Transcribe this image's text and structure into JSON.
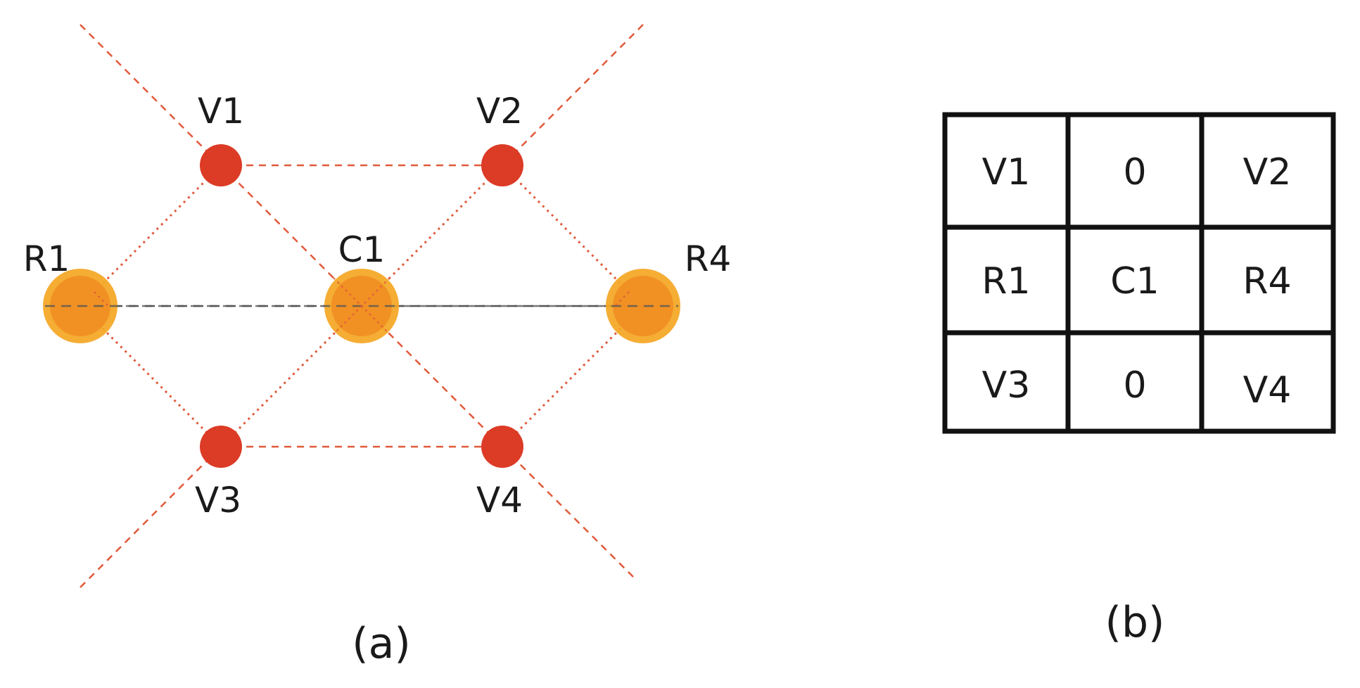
{
  "panel_a": {
    "caption": "(a)",
    "nodes": [
      {
        "id": "V1",
        "label": "V1",
        "kind": "vertex"
      },
      {
        "id": "V2",
        "label": "V2",
        "kind": "vertex"
      },
      {
        "id": "V3",
        "label": "V3",
        "kind": "vertex"
      },
      {
        "id": "V4",
        "label": "V4",
        "kind": "vertex"
      },
      {
        "id": "R1",
        "label": "R1",
        "kind": "ring"
      },
      {
        "id": "C1",
        "label": "C1",
        "kind": "ring"
      },
      {
        "id": "R4",
        "label": "R4",
        "kind": "ring"
      }
    ],
    "edges": [
      {
        "from": "V1",
        "to": "V2",
        "style": "dashed-red"
      },
      {
        "from": "V3",
        "to": "V4",
        "style": "dashed-red"
      },
      {
        "from": "V1",
        "to": "R1",
        "style": "dotted-red"
      },
      {
        "from": "R1",
        "to": "V3",
        "style": "dotted-red"
      },
      {
        "from": "V2",
        "to": "R4",
        "style": "dotted-red"
      },
      {
        "from": "R4",
        "to": "V4",
        "style": "dotted-red"
      },
      {
        "from": "V1",
        "to": "C1",
        "style": "dashed-red"
      },
      {
        "from": "C1",
        "to": "V4",
        "style": "dashed-red"
      },
      {
        "from": "V2",
        "to": "C1",
        "style": "dotted-red"
      },
      {
        "from": "C1",
        "to": "V3",
        "style": "dotted-red"
      },
      {
        "from": "R1",
        "to": "C1",
        "style": "dashed-gray"
      },
      {
        "from": "C1",
        "to": "R4",
        "style": "dashed-gray"
      }
    ],
    "colors": {
      "vertex": "#dc3b26",
      "ring_outer": "#f4a623",
      "ring_inner": "#f08c22",
      "red_line": "#e05a3a",
      "gray_line": "#555555"
    }
  },
  "panel_b": {
    "caption": "(b)",
    "grid": [
      [
        "V1",
        "0",
        "V2"
      ],
      [
        "R1",
        "C1",
        "R4"
      ],
      [
        "V3",
        "0",
        "V4"
      ]
    ]
  }
}
